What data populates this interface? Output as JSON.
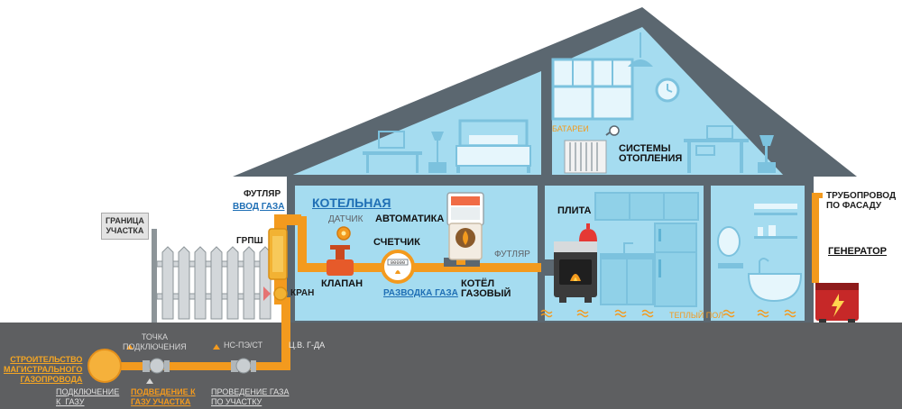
{
  "labels": {
    "granitsa": "ГРАНИЦА\nУЧАСТКА",
    "futlyar_top": "ФУТЛЯР",
    "vvod_gaza": "ВВОД ГАЗА",
    "grpsh": "ГРПШ",
    "kran": "КРАН",
    "kotelnaya": "КОТЕЛЬНАЯ",
    "datchik": "ДАТЧИК",
    "avtomatika": "АВТОМАТИКА",
    "schetchik": "СЧЕТЧИК",
    "klapan": "КЛАПАН",
    "razvodka": "РАЗВОДКА ГАЗА",
    "kotel": "КОТЁЛ\nГАЗОВЫЙ",
    "futlyar_right": "ФУТЛЯР",
    "plita": "ПЛИТА",
    "batarei": "БАТАРЕИ",
    "sistemy": "СИСТЕМЫ\nОТОПЛЕНИЯ",
    "truboprovod": "ТРУБОПРОВОД\nПО ФАСАДУ",
    "generator": "ГЕНЕРАТОР",
    "teplyi_pol": "ТЕПЛЫЙ ПОЛ",
    "tochka": "ТОЧКА\nПОДКЛЮЧЕНИЯ",
    "ns": "НС-ПЭ/СТ",
    "cv": "Ц.В. Г-ДА",
    "stroitelstvo": "СТРОИТЕЛЬСТВО\nМАГИСТРАЛЬНОГО\nГАЗОПРОВОДА",
    "podklyuchenie": "ПОДКЛЮЧЕНИЕ\nК  ГАЗУ",
    "podvedenie": "ПОДВЕДЕНИЕ К\nГАЗУ УЧАСТКА",
    "provedenie": "ПРОВЕДЕНИЕ ГАЗА\nПО УЧАСТКУ",
    "meter_digits": "00000"
  },
  "colors": {
    "roof": "#5b6770",
    "room": "#a5dcf0",
    "room_shade": "#8fcfe7",
    "furniture": "#7cc2de",
    "ground": "#5e5f61",
    "pipe": "#f39a1e",
    "pipe_dark": "#e07e12",
    "fence": "#d3d7da",
    "generator": "#c62828"
  },
  "icons": [
    "window-icon",
    "lamp-icon",
    "clock-icon",
    "bed-icon",
    "tv-icon",
    "desk-icon",
    "radiator-icon",
    "boiler-icon",
    "gas-meter-icon",
    "valve-icon",
    "sensor-icon",
    "stove-icon",
    "kettle-icon",
    "fridge-icon",
    "sink-icon",
    "bathtub-icon",
    "mirror-icon",
    "generator-icon",
    "grpsh-regulator-icon",
    "main-pipe-node-icon"
  ]
}
